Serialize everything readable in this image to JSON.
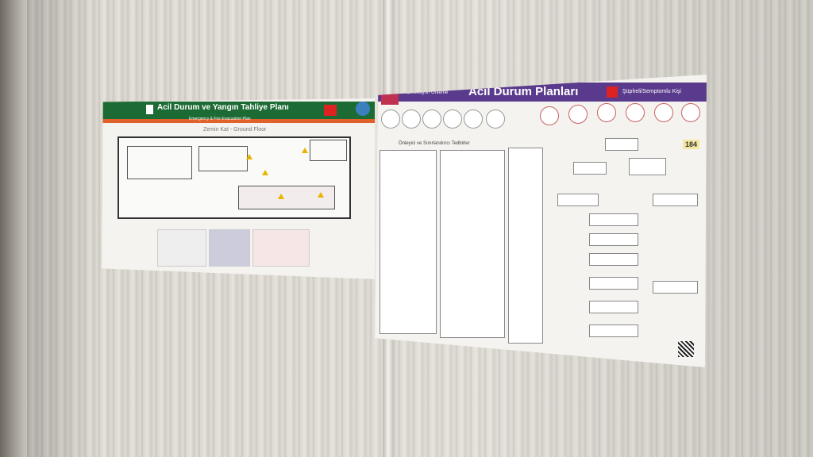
{
  "left_poster": {
    "title": "Acil Durum ve Yangın Tahliye Planı",
    "subtitle": "Emergency & Fire Evacuation Plan",
    "floor": "Zemin Kat - Ground Floor"
  },
  "right_poster": {
    "left_label": "Enfeksiyon Önleme",
    "title": "Acil Durum Planları",
    "right_label": "Şüpheli/Semptomlu Kişi",
    "section": "Önleyici ve Sınırlandırıcı Tedbirler",
    "badge": "184"
  }
}
